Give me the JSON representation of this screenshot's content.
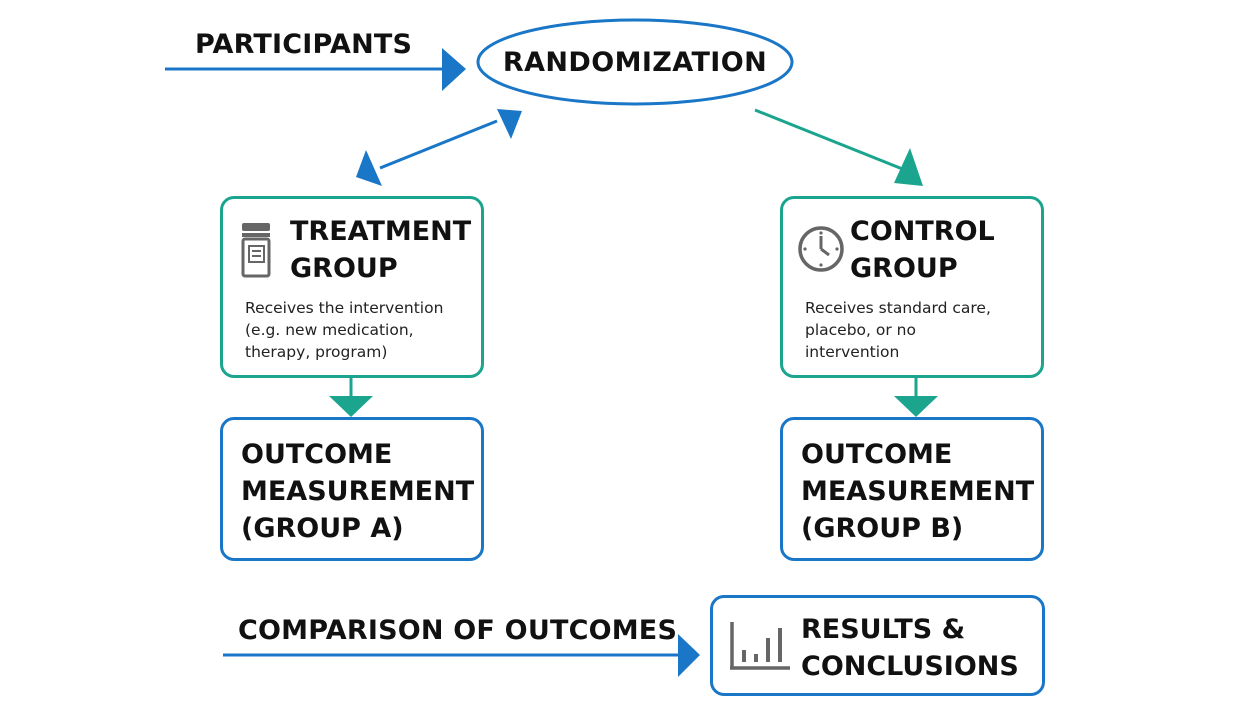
{
  "participants_label": "PARTICIPANTS",
  "randomization_label": "RANDOMIZATION",
  "treatment": {
    "title": "TREATMENT\nGROUP",
    "description": "Receives the intervention\n(e.g. new medication,\ntherapy, program)",
    "icon": "pill-bottle-icon"
  },
  "control": {
    "title": "CONTROL\nGROUP",
    "description": "Receives standard care,\nplacebo, or no\nintervention",
    "icon": "clock-icon"
  },
  "outcome_a": {
    "title": "OUTCOME\nMEASUREMENT\n(GROUP A)"
  },
  "outcome_b": {
    "title": "OUTCOME\nMEASUREMENT\n(GROUP B)"
  },
  "comparison_label": "COMPARISON OF OUTCOMES",
  "results": {
    "title": "RESULTS &\nCONCLUSIONS",
    "icon": "bar-chart-icon"
  },
  "colors": {
    "blue": "#1a76c6",
    "teal": "#1ba58e",
    "icon_gray": "#666666"
  }
}
